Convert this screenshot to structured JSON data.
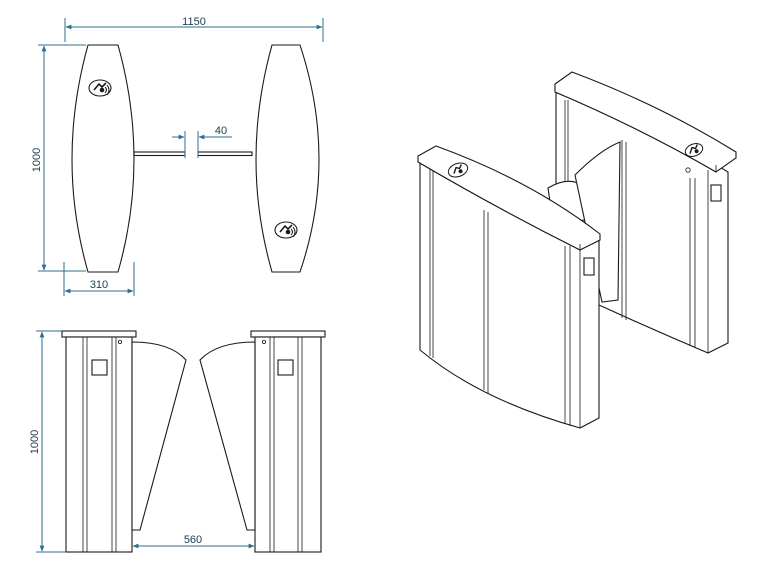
{
  "dimensions": {
    "overall_width": "1150",
    "gap": "40",
    "cabinet_width": "310",
    "plan_depth": "1000",
    "height": "1000",
    "passage_width": "560"
  },
  "colors": {
    "dimension": "#2f6f8e",
    "outline": "#1a1a1a",
    "background": "#ffffff"
  },
  "icons": {
    "reader_symbol": "card-reader-icon"
  }
}
